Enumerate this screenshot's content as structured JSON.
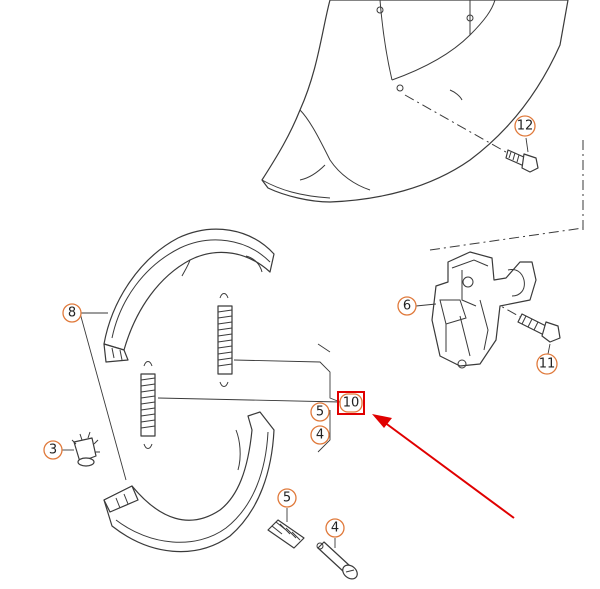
{
  "callouts": {
    "c12": "12",
    "c6": "6",
    "c11": "11",
    "c8": "8",
    "c3": "3",
    "c10": "10",
    "c5a": "5",
    "c4a": "4",
    "c5b": "5",
    "c4b": "4"
  },
  "highlight": {
    "color": "#e00000",
    "target": "10"
  },
  "colors": {
    "callout_ring": "#e07a3c",
    "line": "#3a3a3a",
    "highlight": "#e00000"
  }
}
